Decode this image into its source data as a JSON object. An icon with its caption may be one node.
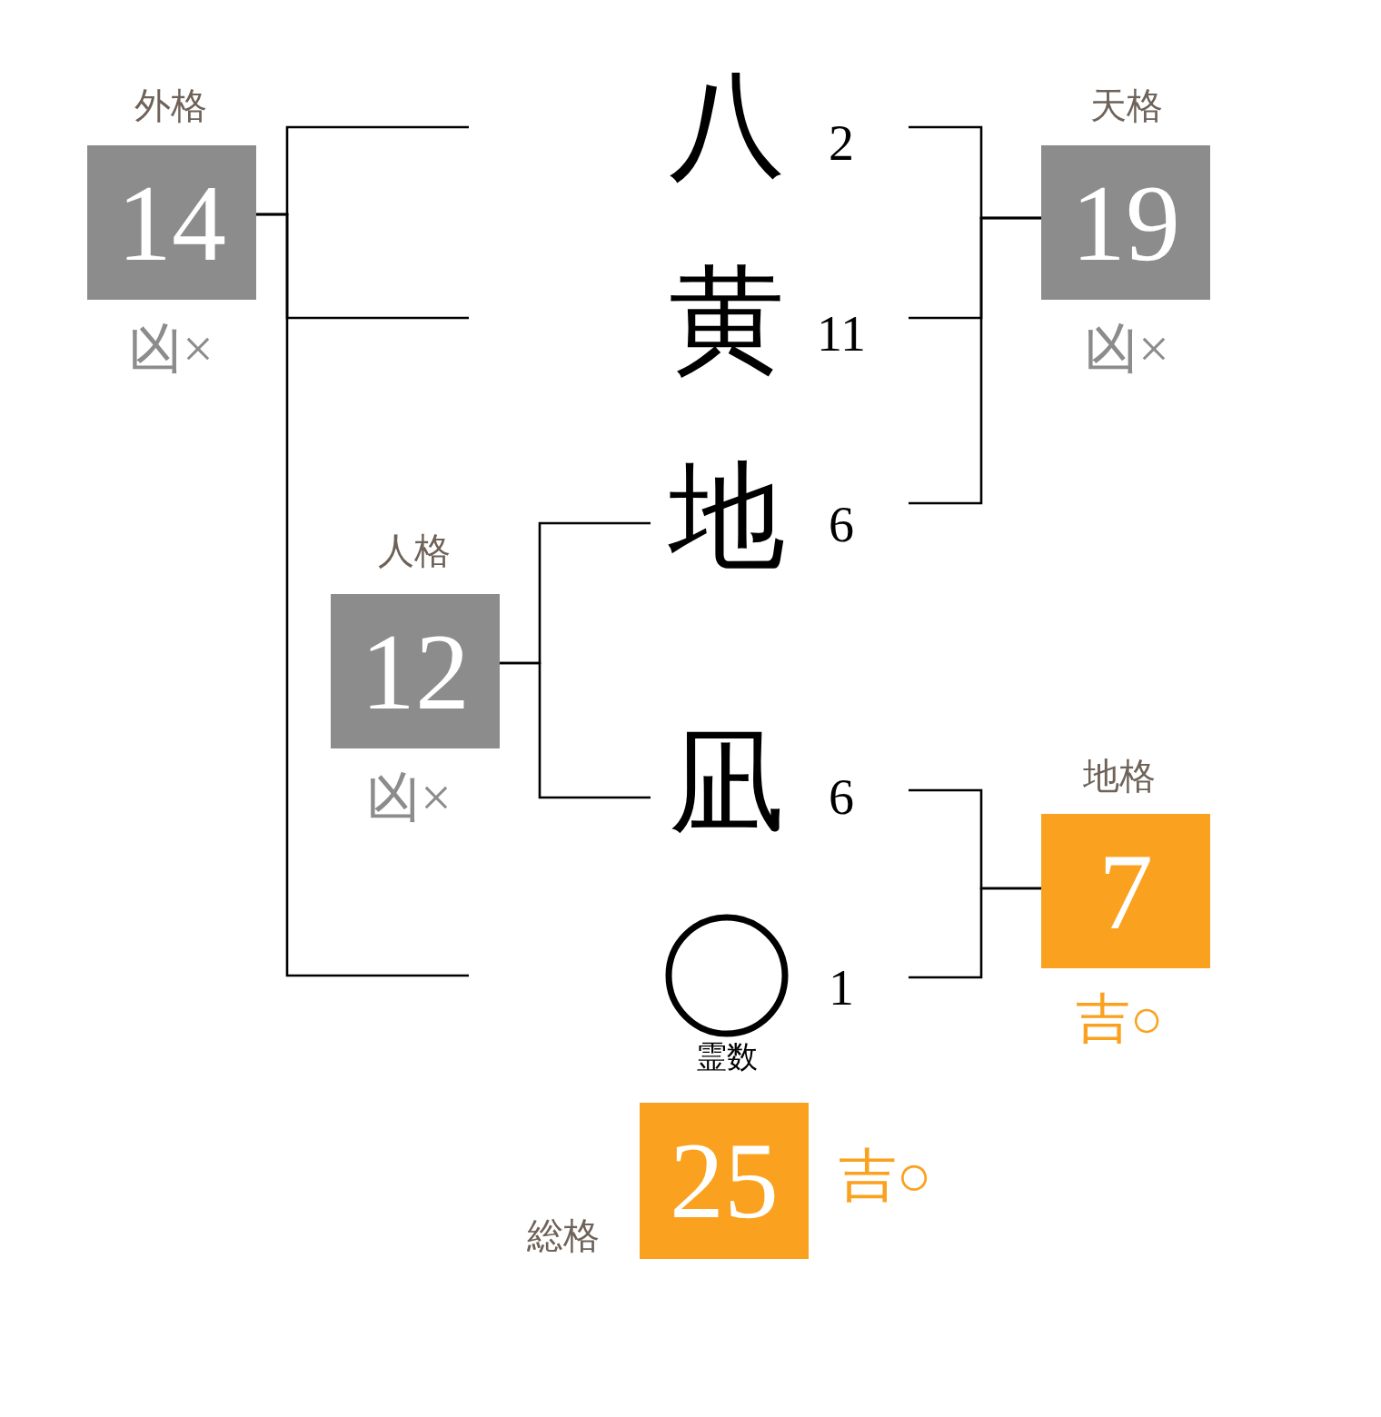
{
  "diagram": {
    "nodes": [
      {
        "text": [
          "外格",
          "14"
        ],
        "beside": [
          "凶×"
        ]
      },
      {
        "text": [
          "八"
        ],
        "beside": [
          "2"
        ]
      },
      {
        "text": [
          "天格",
          "19"
        ],
        "beside": [
          "凶×"
        ]
      },
      {
        "text": [
          "黄"
        ],
        "beside": [
          "11"
        ]
      },
      {
        "text": [
          "地"
        ],
        "beside": [
          "6"
        ]
      },
      {
        "text": [
          "人格",
          "12"
        ],
        "beside": [
          "凶×"
        ]
      },
      {
        "text": [
          "凪"
        ],
        "beside": [
          "6"
        ]
      },
      {
        "text": [
          "地格",
          "7"
        ],
        "beside": [
          "吉○"
        ]
      },
      {
        "text": [],
        "shape": "circle",
        "beside": [
          "1",
          "霊数"
        ]
      },
      {
        "text": [
          "総格",
          "25"
        ],
        "beside": [
          "吉○"
        ]
      }
    ],
    "edges": [
      {
        "from": null,
        "to": 0,
        "arrow": "none"
      },
      {
        "from": null,
        "to": 0,
        "arrow": "none"
      },
      {
        "from": null,
        "to": 0,
        "arrow": "none"
      },
      {
        "from": 1,
        "to": 2,
        "arrow": "none"
      },
      {
        "from": 3,
        "to": 2,
        "arrow": "none"
      },
      {
        "from": 4,
        "to": 2,
        "arrow": "none"
      },
      {
        "from": 4,
        "to": 5,
        "arrow": "none"
      },
      {
        "from": 6,
        "to": 5,
        "arrow": "none"
      },
      {
        "from": 6,
        "to": 7,
        "arrow": "none"
      },
      {
        "from": 8,
        "to": 7,
        "arrow": "none"
      }
    ]
  }
}
